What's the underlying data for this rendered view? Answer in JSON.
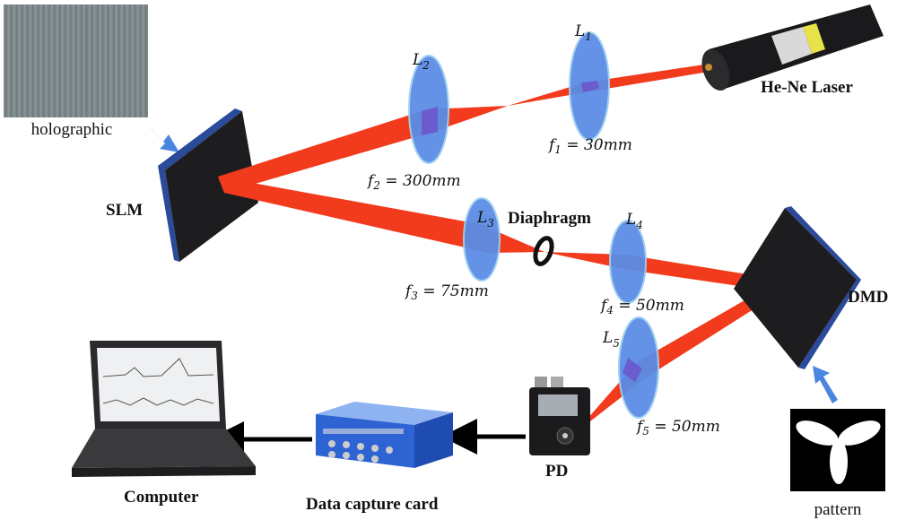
{
  "labels": {
    "holographic": "holographic",
    "slm": "SLM",
    "laser": "He-Ne Laser",
    "diaphragm": "Diaphragm",
    "dmd": "DMD",
    "pattern": "pattern",
    "pd": "PD",
    "daq": "Data capture card",
    "computer": "Computer"
  },
  "lenses": [
    {
      "name": "L",
      "sub": "1",
      "focal_sym": "f",
      "focal_sub": "1",
      "focal": " = 30mm"
    },
    {
      "name": "L",
      "sub": "2",
      "focal_sym": "f",
      "focal_sub": "2",
      "focal": " = 300mm"
    },
    {
      "name": "L",
      "sub": "3",
      "focal_sym": "f",
      "focal_sub": "3",
      "focal": " = 75mm"
    },
    {
      "name": "L",
      "sub": "4",
      "focal_sym": "f",
      "focal_sub": "4",
      "focal": " = 50mm"
    },
    {
      "name": "L",
      "sub": "5",
      "focal_sym": "f",
      "focal_sub": "5",
      "focal": " = 50mm"
    }
  ],
  "colors": {
    "beam": "#f23a1c",
    "lens": "#5b8de6",
    "arrow": "#4a86e0",
    "frame": "#2a4a9a"
  }
}
